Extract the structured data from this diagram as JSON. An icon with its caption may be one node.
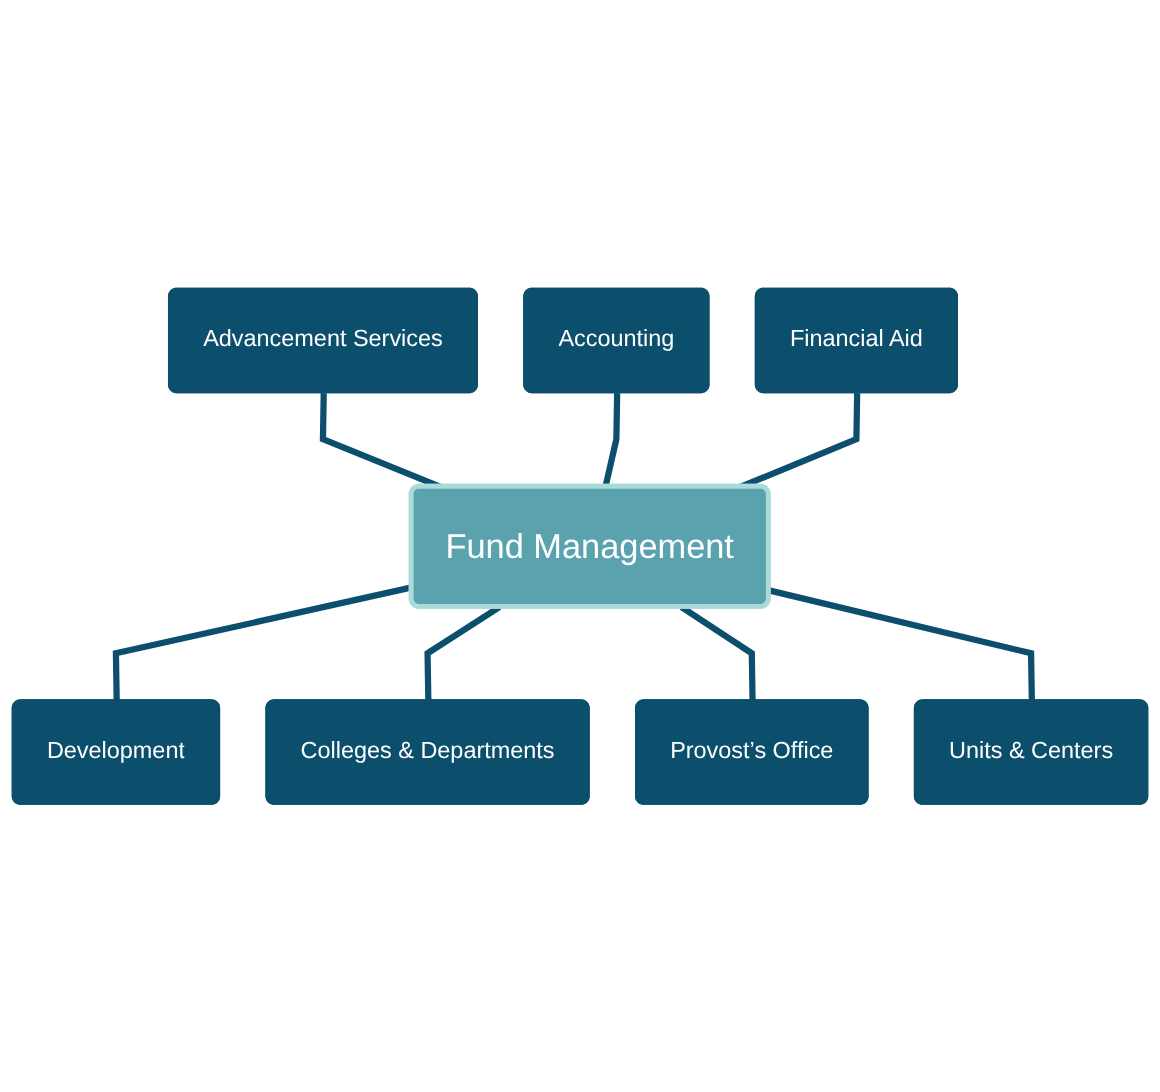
{
  "diagram": {
    "nodes": [
      {
        "text": [
          "Accounting"
        ]
      },
      {
        "text": [
          "Advancement Services"
        ]
      },
      {
        "text": [
          "Financial Aid"
        ]
      },
      {
        "text": [
          "Fund Management"
        ]
      },
      {
        "text": [
          "Development"
        ]
      },
      {
        "text": [
          "Colleges & Departments"
        ]
      },
      {
        "text": [
          "Provost’s Office"
        ]
      },
      {
        "text": [
          "Units & Centers"
        ]
      }
    ],
    "edges": [
      {
        "from": 1,
        "to": 3,
        "arrow": "none"
      },
      {
        "from": 0,
        "to": 3,
        "arrow": "none"
      },
      {
        "from": 2,
        "to": 3,
        "arrow": "none"
      },
      {
        "from": 3,
        "to": 4,
        "arrow": "none"
      },
      {
        "from": 3,
        "to": 5,
        "arrow": "none"
      },
      {
        "from": 3,
        "to": 6,
        "arrow": "none"
      },
      {
        "from": 3,
        "to": 7,
        "arrow": "none"
      }
    ]
  }
}
